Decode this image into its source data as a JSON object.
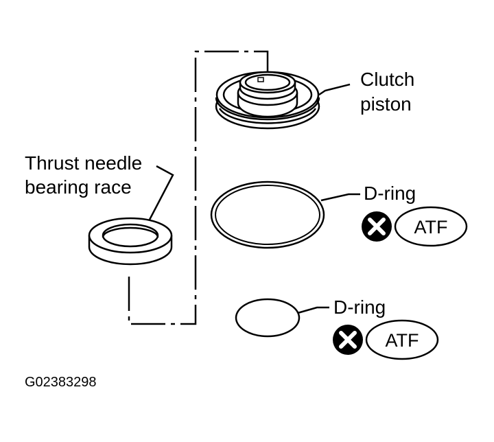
{
  "labels": {
    "clutch_piston_line1": "Clutch",
    "clutch_piston_line2": "piston",
    "thrust_line1": "Thrust needle",
    "thrust_line2": "bearing race",
    "d_ring_upper": "D-ring",
    "d_ring_lower": "D-ring"
  },
  "badges": {
    "upper_atf": "ATF",
    "lower_atf": "ATF"
  },
  "figure_id": "G02383298"
}
